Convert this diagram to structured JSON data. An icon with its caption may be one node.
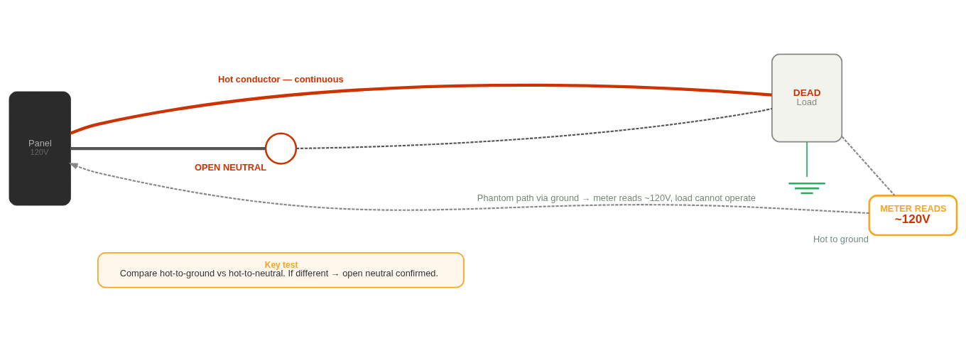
{
  "diagram": {
    "nodes": [
      {
        "text": [
          "Key test",
          "Compare hot-to-ground vs hot-to-neutral. If different → open neutral confirmed."
        ]
      },
      {
        "text": [
          "Panel",
          "120V"
        ]
      },
      {
        "text": [
          "DEAD",
          "Load"
        ]
      },
      {
        "text": [
          "METER READS",
          "~120V"
        ],
        "beside": [
          "Hot to ground"
        ]
      },
      {
        "text": [],
        "shape": "circle",
        "beside": [
          "OPEN NEUTRAL"
        ]
      },
      {
        "text": [],
        "shape": "picture"
      }
    ],
    "edges": [
      {
        "from": 1,
        "to": 2,
        "arrow": "none",
        "label": "Hot conductor — continuous",
        "style": "thick",
        "color": "#cc3300"
      },
      {
        "from": 1,
        "to": 4,
        "arrow": "none",
        "style": "thick",
        "color": "#555555"
      },
      {
        "from": 4,
        "to": 2,
        "arrow": "none",
        "style": "dashed",
        "color": "#555555"
      },
      {
        "from": 2,
        "to": 5,
        "arrow": "none",
        "color": "#27ae60"
      },
      {
        "from": 2,
        "to": 3,
        "arrow": "none",
        "style": "dashed"
      },
      {
        "from": 3,
        "to": 1,
        "arrow": "to",
        "style": "dashed",
        "label": "Phantom path via ground → meter reads ~120V, load cannot operate"
      }
    ]
  }
}
